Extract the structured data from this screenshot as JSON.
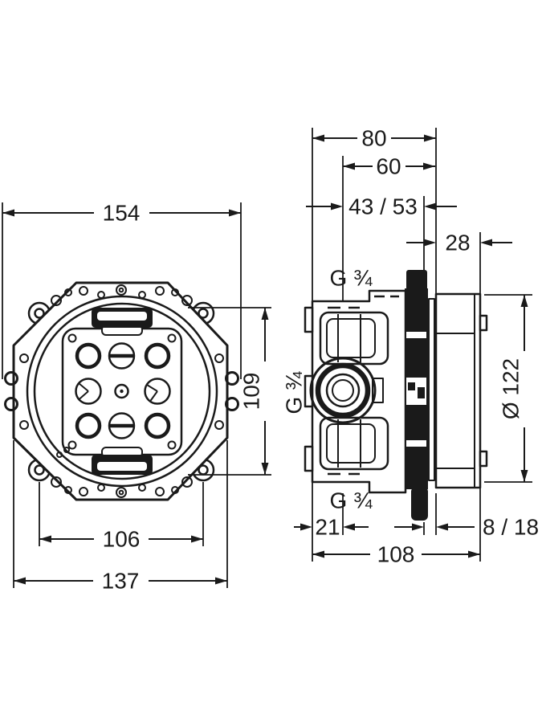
{
  "drawing": {
    "colors": {
      "ink": "#1a1a1a",
      "background": "#ffffff"
    },
    "front_view": {
      "dimensions": {
        "overall_width": "154",
        "flange_width": "137",
        "screw_spacing": "106",
        "slot_spacing": "109"
      }
    },
    "side_view": {
      "dimensions": {
        "depth_to_box": "80",
        "union_depth": "60",
        "install_depth_range": "43 / 53",
        "box_depth": "28",
        "front_depth": "21",
        "wall_offset_range": "8 / 18",
        "overall_depth": "108",
        "body_diameter": "Ø 122"
      },
      "thread_labels": {
        "top": "G ¾",
        "side": "G ¾",
        "bottom": "G ¾"
      }
    }
  }
}
